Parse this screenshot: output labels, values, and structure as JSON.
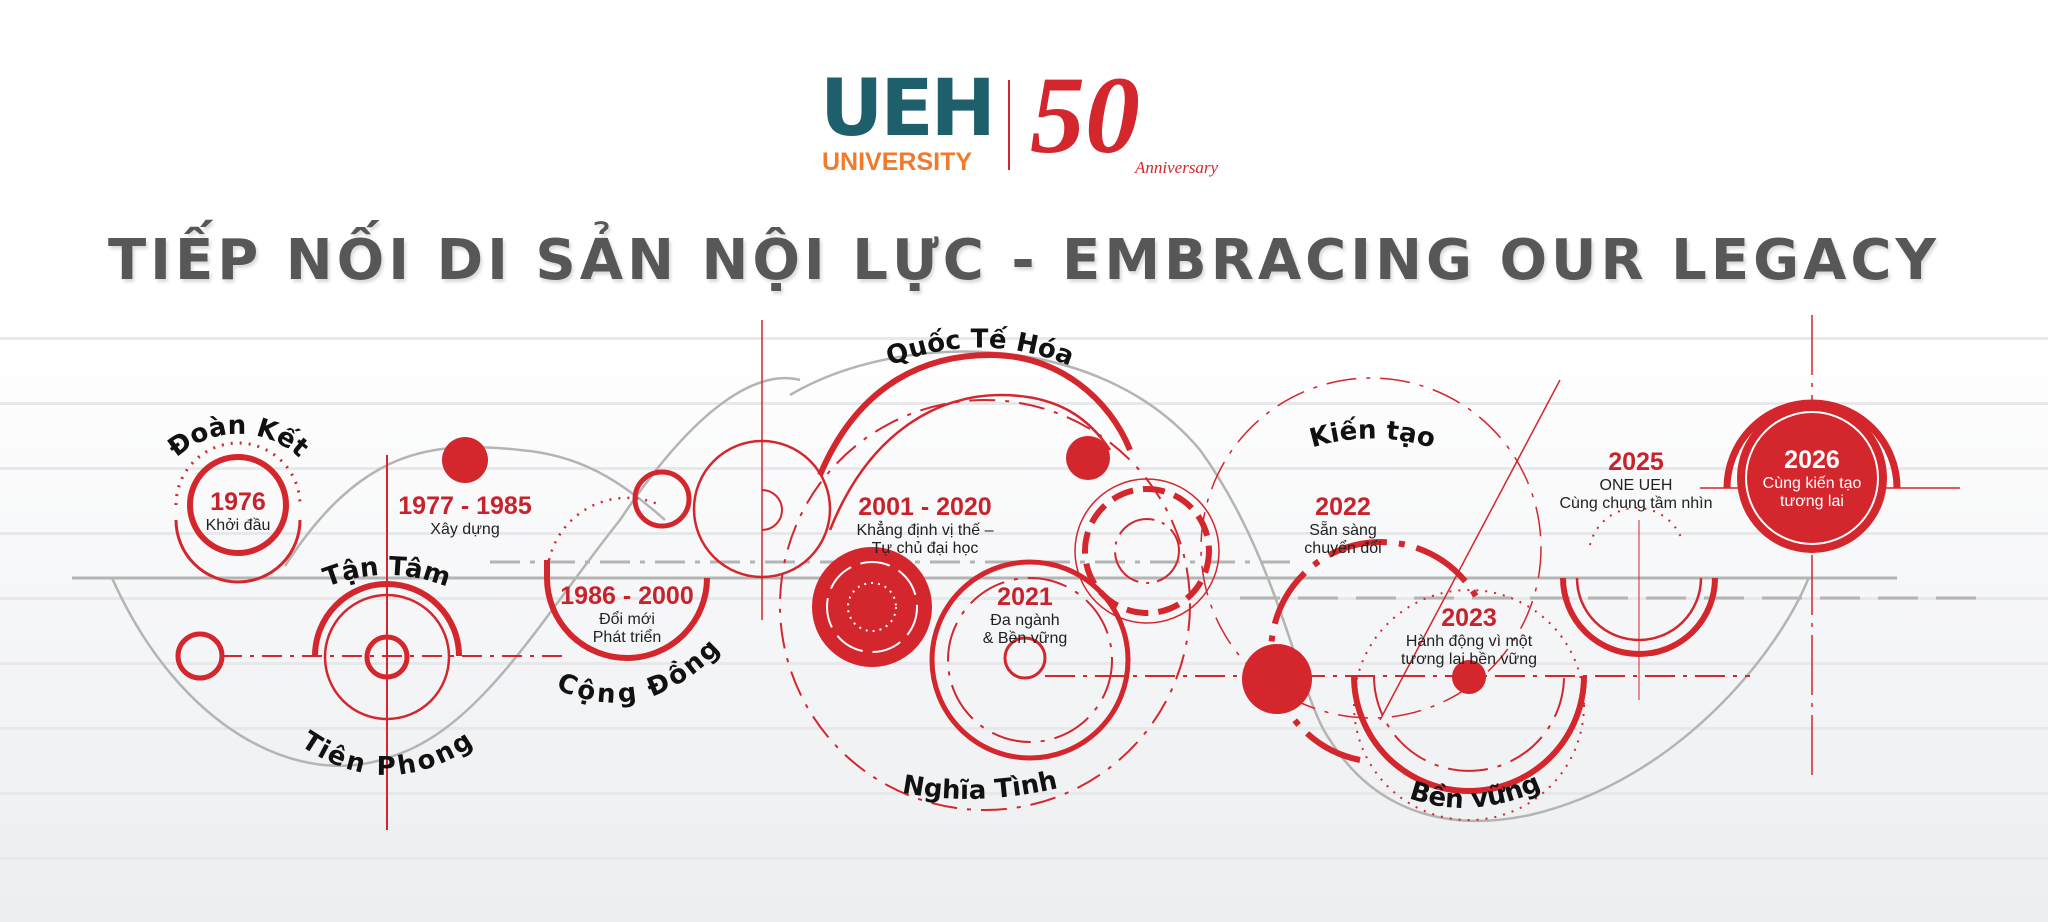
{
  "logo": {
    "brand": "UEH",
    "subtitle": "UNIVERSITY",
    "anniversary_number": "50",
    "anniversary_label": "Anniversary"
  },
  "title": "TIẾP NỐI DI SẢN NỘI LỰC - EMBRACING OUR LEGACY",
  "values": {
    "doan_ket": "Đoàn Kết",
    "tan_tam": "Tận Tâm",
    "tien_phong": "Tiên Phong",
    "cong_dong": "Cộng Đồng",
    "quoc_te_hoa": "Quốc Tế Hóa",
    "nghia_tinh": "Nghĩa Tình",
    "kien_tao": "Kiến tạo",
    "ben_vung": "Bền vững"
  },
  "milestones": [
    {
      "year": "1976",
      "lines": [
        "Khởi đầu"
      ]
    },
    {
      "year": "1977 - 1985",
      "lines": [
        "Xây dựng"
      ]
    },
    {
      "year": "1986 - 2000",
      "lines": [
        "Đổi mới",
        "Phát triển"
      ]
    },
    {
      "year": "2001 - 2020",
      "lines": [
        "Khẳng định vị thế –",
        "Tự chủ đại học"
      ]
    },
    {
      "year": "2021",
      "lines": [
        "Đa ngành",
        "& Bền vững"
      ]
    },
    {
      "year": "2022",
      "lines": [
        "Sẵn sàng",
        "chuyển đổi"
      ]
    },
    {
      "year": "2023",
      "lines": [
        "Hành động vì một",
        "tương lai bền vững"
      ]
    },
    {
      "year": "2025",
      "lines": [
        "ONE UEH",
        "Cùng chung tầm nhìn"
      ]
    },
    {
      "year": "2026",
      "lines": [
        "Cùng kiến tạo",
        "tương lai"
      ]
    }
  ],
  "colors": {
    "red": "#d3262d",
    "teal": "#1d5f6b",
    "orange": "#f07b2c",
    "gray": "#b4b4b4"
  }
}
